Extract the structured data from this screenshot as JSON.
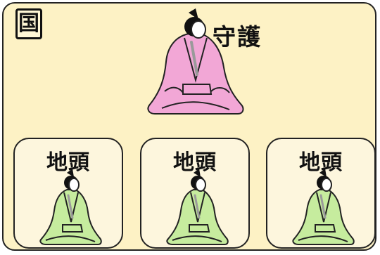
{
  "province": {
    "label": "国"
  },
  "shugo": {
    "label": "守護",
    "robe_color": "#f2a7d6"
  },
  "jito": {
    "robe_color": "#c6ec9e",
    "items": [
      {
        "label": "地頭"
      },
      {
        "label": "地頭"
      },
      {
        "label": "地頭"
      }
    ]
  }
}
